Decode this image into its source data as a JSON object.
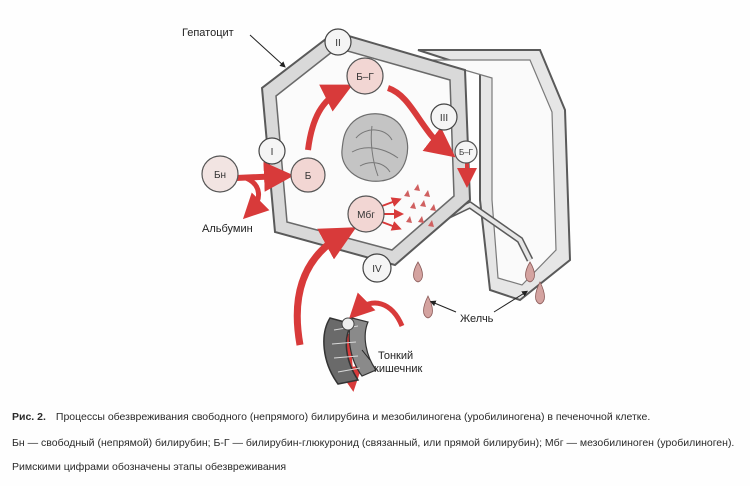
{
  "colors": {
    "wall": "#5a5a5a",
    "wall_fill": "#d9d9d9",
    "arrow": "#d83a3a",
    "arrow_dark": "#a62020",
    "node_fill": "#f4f0ef",
    "node_pink": "#f2d6d3",
    "drop": "#c98a88",
    "nucleus": "#b5b5b5"
  },
  "labels": {
    "hepatocyte": "Гепатоцит",
    "albumin": "Альбумин",
    "bile": "Желчь",
    "intestine_line1": "Тонкий",
    "intestine_line2": "кишечник"
  },
  "nodes": {
    "bn": "Бн",
    "b": "Б",
    "bg_top": "Б–Г",
    "bg_right": "Б–Г",
    "mbg": "Мбг",
    "stage_1": "I",
    "stage_2": "II",
    "stage_3": "III",
    "stage_4": "IV"
  },
  "caption": {
    "figure": "Рис. 2.",
    "title": "Процессы обезвреживания свободного (непрямого) билирубина и мезобилиногена (уробилиногена) в печеночной клетке.",
    "legend": "Бн — свободный (непрямой) билирубин; Б-Г — билирубин-глюкуронид (связанный, или прямой билирубин); Мбг — мезобилиноген (уробилиноген).",
    "note": "Римскими цифрами обозначены этапы обезвреживания"
  }
}
